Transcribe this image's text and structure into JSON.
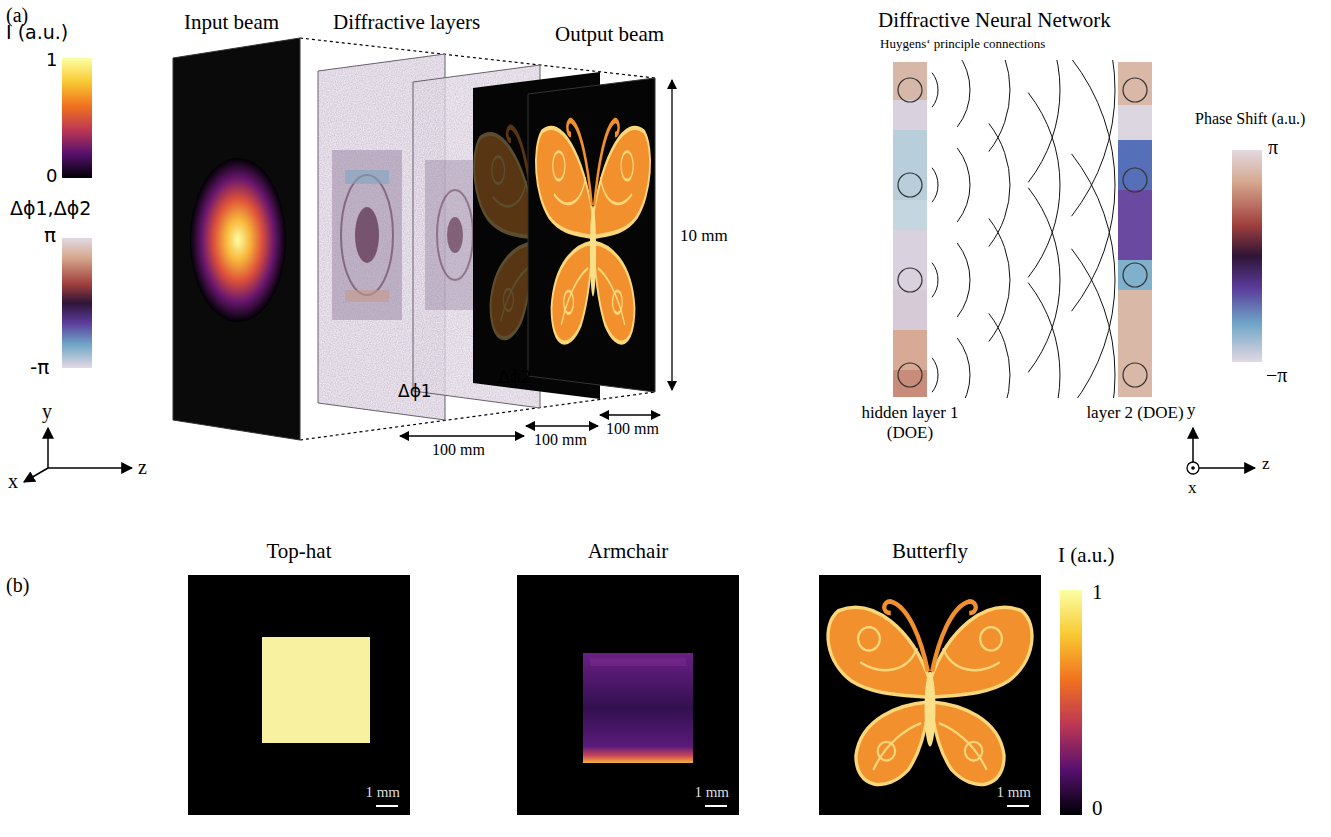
{
  "diagram": {
    "nodes": [
      {
        "text": [
          "Top-hat",
          "1 mm"
        ]
      },
      {
        "text": [
          "Armchair",
          "1 mm"
        ]
      },
      {
        "text": [
          "Butterfly",
          "1 mm"
        ]
      },
      {
        "text": [
          "hidden layer 1 (DOE)"
        ]
      },
      {
        "text": [
          "layer 2 (DOE)"
        ]
      }
    ],
    "labels": [
      "(a)",
      "I (a.u.)",
      "1",
      "0",
      "Δϕ1,Δϕ2",
      "π",
      "-π",
      "y",
      "x",
      "z",
      "Input beam",
      "Diffractive layers",
      "Output beam",
      "Δϕ1",
      "Δϕ2",
      "10 mm",
      "100 mm",
      "100 mm",
      "100 mm",
      "Diffractive Neural Network",
      "Huygens‘ principle connections",
      "Phase Shift (a.u.)",
      "π",
      "−π",
      "y",
      "x",
      "z",
      "(b)",
      "I (a.u.)",
      "1",
      "0"
    ]
  }
}
